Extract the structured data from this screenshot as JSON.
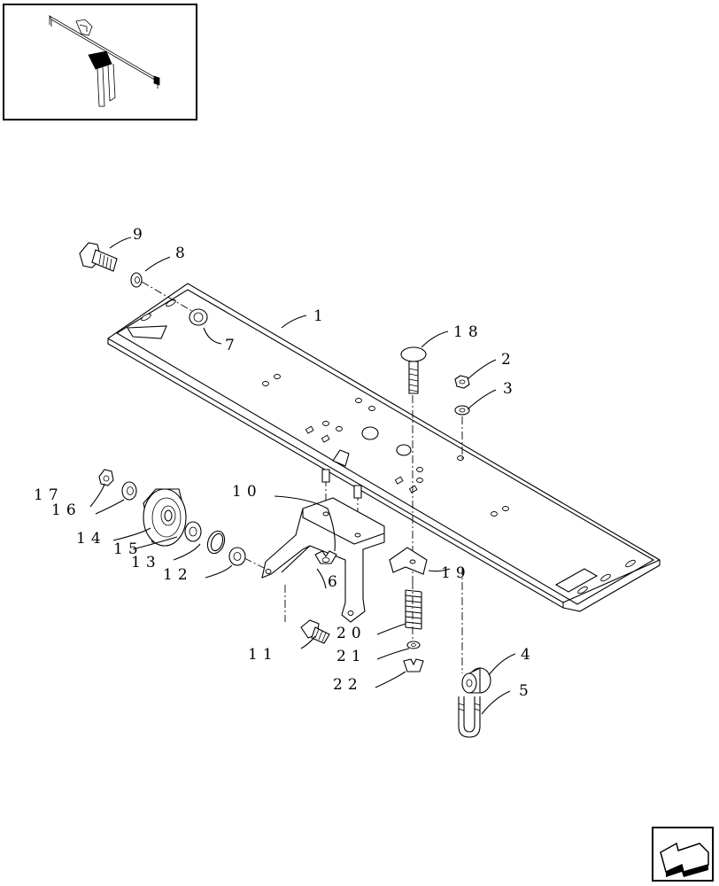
{
  "callouts": [
    {
      "id": "c1",
      "text": "1"
    },
    {
      "id": "c2",
      "text": "2"
    },
    {
      "id": "c3",
      "text": "3"
    },
    {
      "id": "c4",
      "text": "4"
    },
    {
      "id": "c5",
      "text": "5"
    },
    {
      "id": "c6",
      "text": "6"
    },
    {
      "id": "c7",
      "text": "7"
    },
    {
      "id": "c8",
      "text": "8"
    },
    {
      "id": "c9",
      "text": "9"
    },
    {
      "id": "c10",
      "text": "10"
    },
    {
      "id": "c11",
      "text": "11"
    },
    {
      "id": "c12",
      "text": "12"
    },
    {
      "id": "c13",
      "text": "13"
    },
    {
      "id": "c14",
      "text": "14"
    },
    {
      "id": "c15",
      "text": "15"
    },
    {
      "id": "c16",
      "text": "16"
    },
    {
      "id": "c17",
      "text": "17"
    },
    {
      "id": "c18",
      "text": "18"
    },
    {
      "id": "c19",
      "text": "19"
    },
    {
      "id": "c20",
      "text": "20"
    },
    {
      "id": "c21",
      "text": "21"
    },
    {
      "id": "c22",
      "text": "22"
    }
  ],
  "icons": {
    "overview": "assembly-overview-thumbnail",
    "nav": "previous-page-arrow-icon"
  }
}
